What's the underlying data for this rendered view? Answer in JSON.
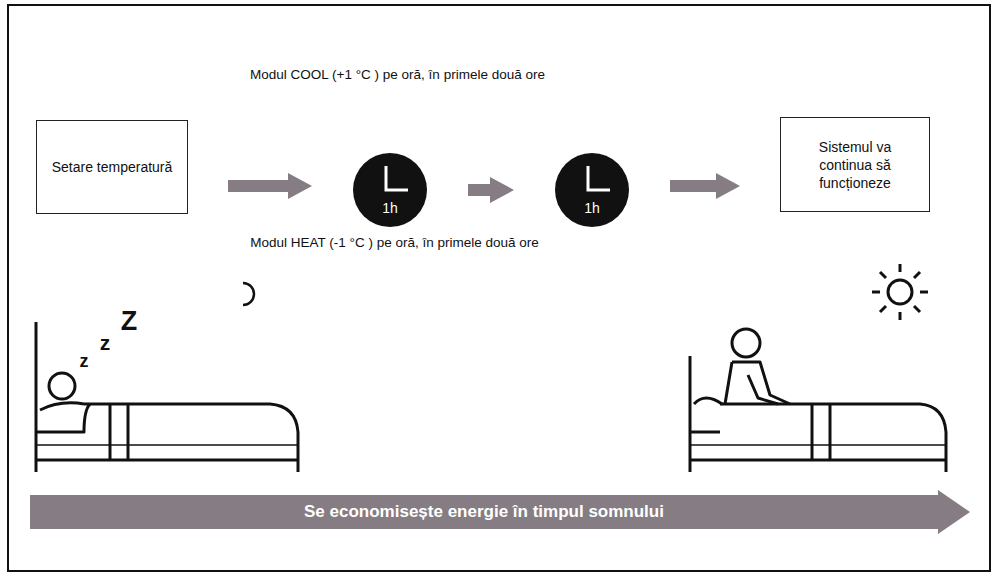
{
  "diagram": {
    "nodes": [
      {
        "text": [
          "Setare temperatură"
        ]
      },
      {
        "text": [
          "1h"
        ]
      },
      {
        "text": [
          "1h"
        ]
      },
      {
        "text": [
          "Sistemul va continua să funcționeze"
        ]
      },
      {
        "text": [
          "Se economisește energie în timpul somnului"
        ]
      }
    ],
    "edges": [
      {
        "from": 0,
        "to": 1,
        "arrow": "to"
      },
      {
        "from": 1,
        "to": 2,
        "arrow": "to"
      },
      {
        "from": 2,
        "to": 3,
        "arrow": "to"
      }
    ],
    "labels": [
      "Modul COOL (+1 °C ) pe oră, în primele două ore",
      "Modul HEAT (-1 °C ) pe oră, în primele două ore",
      "z",
      "z",
      "Z"
    ]
  }
}
